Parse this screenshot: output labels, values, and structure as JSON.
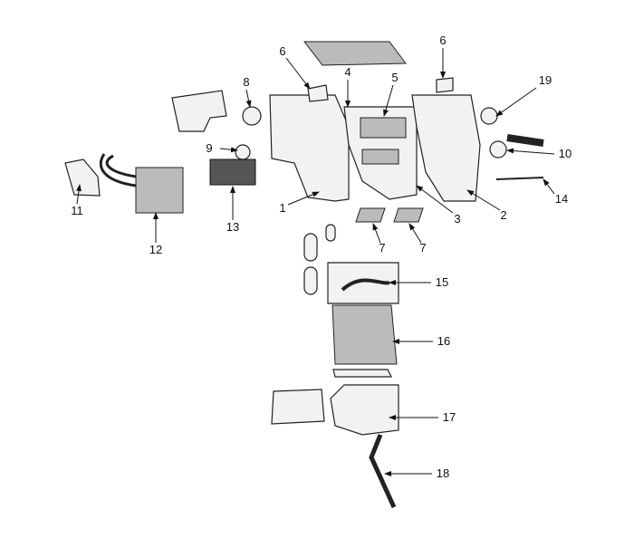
{
  "diagram": {
    "callouts": [
      {
        "id": "c1",
        "label": "1"
      },
      {
        "id": "c2",
        "label": "2"
      },
      {
        "id": "c3",
        "label": "3"
      },
      {
        "id": "c4",
        "label": "4"
      },
      {
        "id": "c5",
        "label": "5"
      },
      {
        "id": "c6a",
        "label": "6"
      },
      {
        "id": "c6b",
        "label": "6"
      },
      {
        "id": "c7a",
        "label": "7"
      },
      {
        "id": "c7b",
        "label": "7"
      },
      {
        "id": "c8",
        "label": "8"
      },
      {
        "id": "c9",
        "label": "9"
      },
      {
        "id": "c10",
        "label": "10"
      },
      {
        "id": "c11",
        "label": "11"
      },
      {
        "id": "c12",
        "label": "12"
      },
      {
        "id": "c13",
        "label": "13"
      },
      {
        "id": "c14",
        "label": "14"
      },
      {
        "id": "c15",
        "label": "15"
      },
      {
        "id": "c16",
        "label": "16"
      },
      {
        "id": "c17",
        "label": "17"
      },
      {
        "id": "c18",
        "label": "18"
      },
      {
        "id": "c19",
        "label": "19"
      }
    ]
  }
}
